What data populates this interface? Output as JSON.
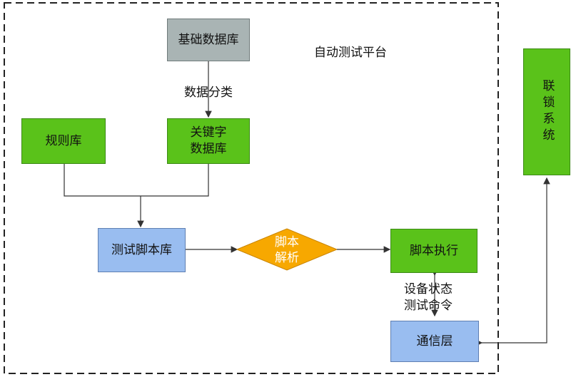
{
  "platform": {
    "title": "自动测试平台"
  },
  "nodes": {
    "base_db": "基础数据库",
    "rule_db": "规则库",
    "keyword_db_line1": "关键字",
    "keyword_db_line2": "数据库",
    "script_db": "测试脚本库",
    "parse_line1": "脚本",
    "parse_line2": "解析",
    "exec": "脚本执行",
    "comm": "通信层",
    "interlock": "联锁系统"
  },
  "edges": {
    "classify": "数据分类",
    "status_line1": "设备状态",
    "status_line2": "测试命令"
  },
  "colors": {
    "green": "#5ac21a",
    "grey": "#a9b4b4",
    "blue": "#99bdf0",
    "diamond": "#f7a800"
  }
}
